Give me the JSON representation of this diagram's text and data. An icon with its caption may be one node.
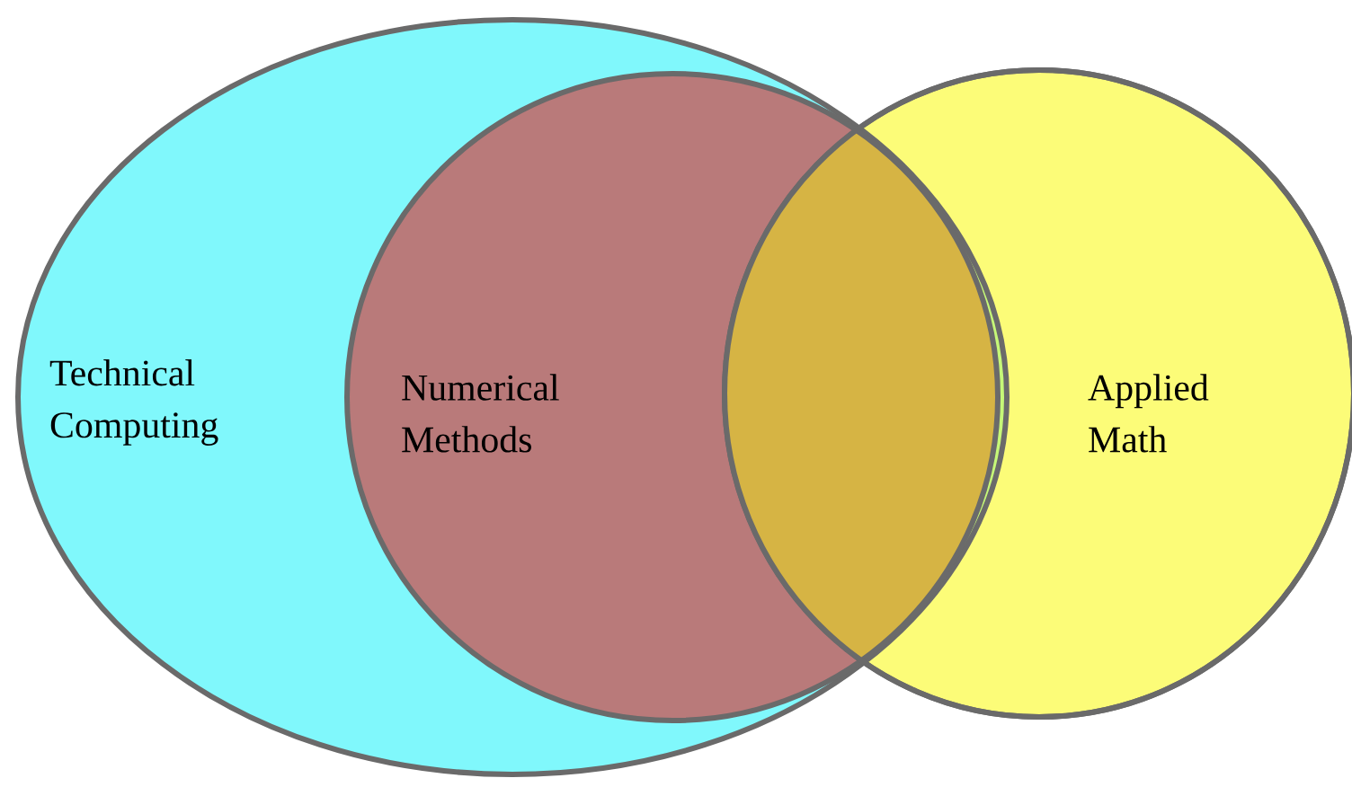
{
  "diagram": {
    "nodes": [
      {
        "text": [
          "Technical Computing"
        ]
      },
      {
        "text": [
          "Numerical Methods"
        ],
        "in": 0
      },
      {
        "text": [
          "Applied Math"
        ]
      }
    ]
  }
}
